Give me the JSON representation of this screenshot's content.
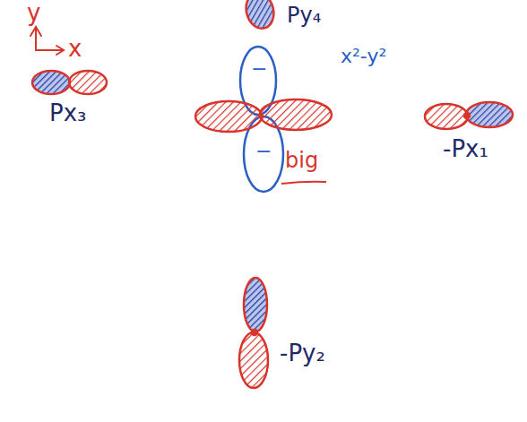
{
  "diagram": {
    "labels": [
      "y",
      "x",
      "Py₄",
      "x²-y²",
      "big",
      "Px₃",
      "-Px₁",
      "-Py₂",
      "−",
      "−"
    ]
  }
}
